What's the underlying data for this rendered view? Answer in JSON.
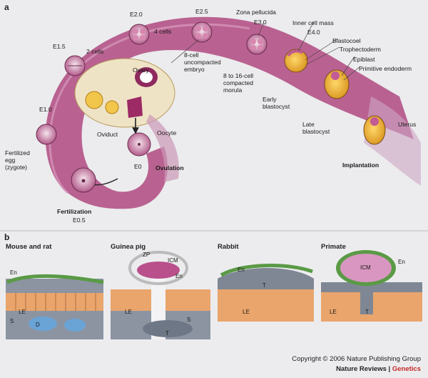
{
  "panel_a": {
    "letter": "a",
    "stages": {
      "e15": "E1.5",
      "two_cells": "2 cells",
      "e20": "E2.0",
      "four_cells": "4 cells",
      "e25": "E2.5",
      "zona": "Zona pellucida",
      "e30": "E3.0",
      "eight_cell": "8-cell\nuncompacted\nembryo",
      "morula": "8 to 16-cell\ncompacted\nmorula",
      "early_blast": "Early\nblastocyst",
      "icm": "Inner cell mass",
      "e40": "E4.0",
      "blastocoel": "Blastocoel",
      "trophecto": "Trophectoderm",
      "epiblast": "Epiblast",
      "prim_endo": "Primitive endoderm",
      "late_blast": "Late\nblastocyst",
      "uterus": "Uterus",
      "implantation": "Implantation",
      "e10": "E1.0",
      "fert_egg": "Fertilized\negg\n(zygote)",
      "ovary": "Ovary",
      "oviduct": "Oviduct",
      "oocyte": "Oocyte",
      "e0": "E0",
      "ovulation": "Ovulation",
      "fertilization": "Fertilization",
      "e05": "E0.5"
    }
  },
  "panel_b": {
    "letter": "b",
    "mouse": "Mouse and rat",
    "guinea": "Guinea pig",
    "rabbit": "Rabbit",
    "primate": "Primate",
    "labels": {
      "en": "En",
      "le": "LE",
      "s": "S",
      "d": "D",
      "zp": "ZP",
      "icm": "ICM",
      "t": "T"
    }
  },
  "credit": {
    "copyright": "Copyright © 2006 Nature Publishing Group",
    "journal": "Nature Reviews",
    "sep": " | ",
    "section": "Genetics"
  },
  "colors": {
    "tube": "#a3356f",
    "tube_light": "#d79ab9",
    "yolk": "#e8b038",
    "epithelium": "#e9a56c",
    "stroma": "#7f8794"
  }
}
